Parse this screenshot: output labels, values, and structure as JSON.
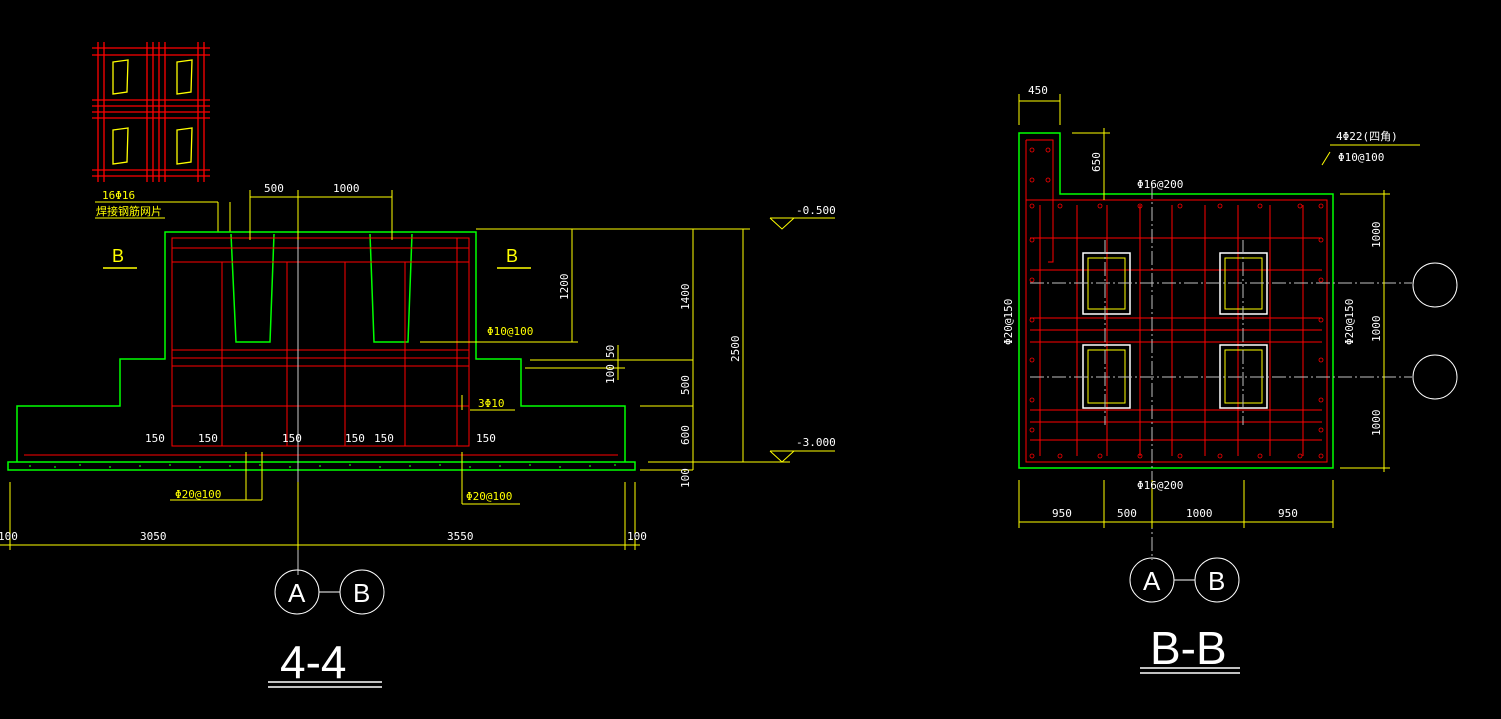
{
  "colors": {
    "background": "#000000",
    "concrete": "#00ff00",
    "rebar": "#ff0000",
    "dimension": "#ffff00",
    "text": "#ffffff",
    "centerline": "#bfbfbf"
  },
  "section_44": {
    "title": "4-4",
    "section_mark_left": "B",
    "section_mark_right": "B",
    "dims_top": [
      "500",
      "1000"
    ],
    "mesh_note_1": "16Φ16",
    "mesh_note_2": "焊接钢筋网片",
    "dims_bottom": [
      "150",
      "150",
      "150",
      "150",
      "150",
      "150"
    ],
    "rebar_right_1": "Φ10@100",
    "rebar_right_2": "3Φ10",
    "rebar_bottom_left": "Φ20@100",
    "rebar_bottom_right": "Φ20@100",
    "overall_left": "3050",
    "overall_right": "3550",
    "edge_left": "100",
    "edge_right": "100",
    "vert_1200": "1200",
    "vert_1400": "1400",
    "vert_50": "50",
    "vert_100a": "100",
    "vert_500": "500",
    "vert_600": "600",
    "vert_100b": "100",
    "vert_2500": "2500",
    "elev_top": "-0.500",
    "elev_bottom": "-3.000",
    "axis_a": "A",
    "axis_b": "B"
  },
  "section_bb": {
    "title": "B-B",
    "dim_450": "450",
    "dim_650": "650",
    "rebar_top": "Φ16@200",
    "rebar_bottom": "Φ16@200",
    "corner_note_1": "4Φ22(四角)",
    "corner_note_2": "Φ10@100",
    "side_left": "Φ20@150",
    "side_right": "Φ20@150",
    "right_dims": [
      "1000",
      "1000",
      "1000"
    ],
    "bottom_dims": [
      "950",
      "500",
      "1000",
      "950"
    ],
    "axis_a": "A",
    "axis_b": "B"
  }
}
